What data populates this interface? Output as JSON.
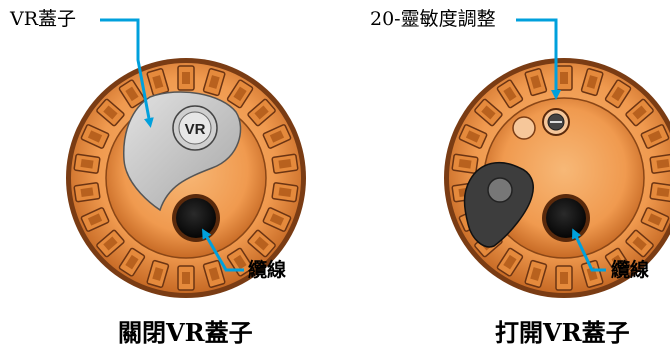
{
  "labels": {
    "vr_cover": "VR蓋子",
    "sensitivity_adjust": "20-靈敏度調整",
    "cable_left": "纜線",
    "cable_right": "纜線",
    "vr_logo_text": "VR"
  },
  "captions": {
    "closed": "關閉VR蓋子",
    "open": "打開VR蓋子"
  },
  "colors": {
    "disc_orange": "#f2a15c",
    "disc_dark": "#b8611e",
    "teeth_fill": "#e58a3c",
    "teeth_stroke": "#6b3413",
    "cover_gray": "#bdbdbd",
    "arrow_blue": "#00a0dc",
    "hole_black": "#111111"
  }
}
